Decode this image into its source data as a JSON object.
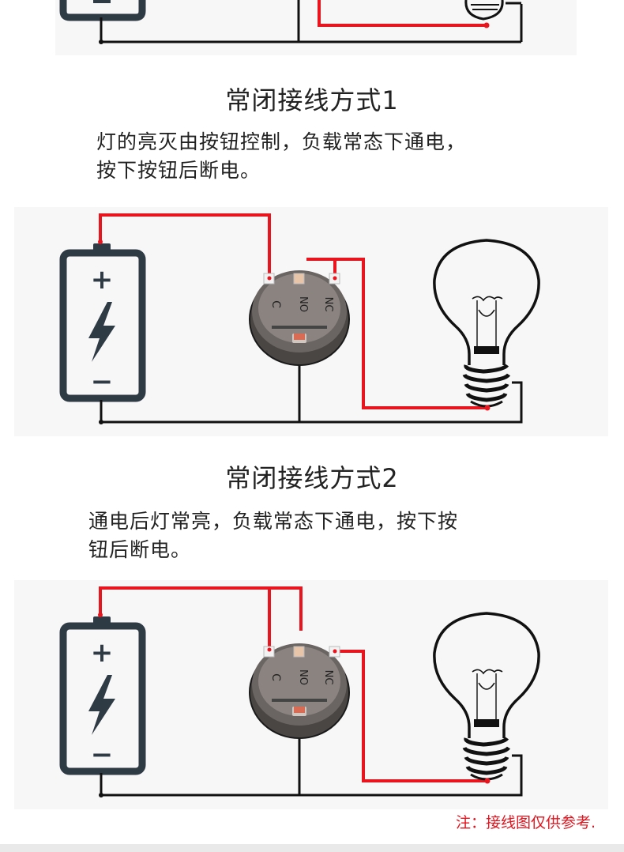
{
  "sections": [
    {
      "title": "常闭接线方式1",
      "description_lines": [
        "灯的亮灭由按钮控制，负载常态下通电，",
        "按下按钮后断电。"
      ]
    },
    {
      "title": "常闭接线方式2",
      "description_lines": [
        "通电后灯常亮，负载常态下通电，按下按",
        "钮后断电。"
      ]
    }
  ],
  "switch_labels": {
    "c": "C",
    "no": "NO",
    "nc": "NC"
  },
  "battery_symbols": {
    "plus": "+",
    "minus": "−"
  },
  "note": "注：接线图仅供参考.",
  "colors": {
    "wire_red": "#e8141e",
    "wire_black": "#111111",
    "battery": "#2e3a44",
    "note": "#e0141e"
  }
}
